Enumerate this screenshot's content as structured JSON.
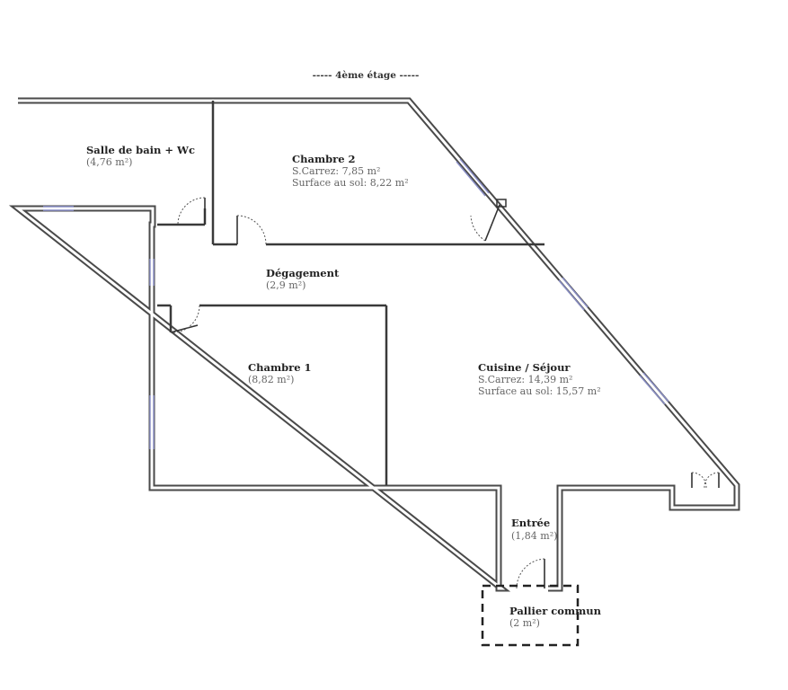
{
  "floor_title": "----- 4ème étage -----",
  "rooms": {
    "sdb": {
      "name": "Salle de bain + Wc",
      "area": "(4,76 m²)"
    },
    "chambre2": {
      "name": "Chambre 2",
      "carrez": "S.Carrez: 7,85 m²",
      "sol": "Surface au sol: 8,22 m²"
    },
    "degagement": {
      "name": "Dégagement",
      "area": "(2,9 m²)"
    },
    "chambre1": {
      "name": "Chambre 1",
      "area": "(8,82 m²)"
    },
    "cuisine": {
      "name": "Cuisine / Séjour",
      "carrez": "S.Carrez: 14,39 m²",
      "sol": "Surface au sol: 15,57 m²"
    },
    "entree": {
      "name": "Entrée",
      "area": "(1,84 m²)"
    },
    "pallier": {
      "name": "Pallier commun",
      "area": "(2 m²)"
    }
  }
}
